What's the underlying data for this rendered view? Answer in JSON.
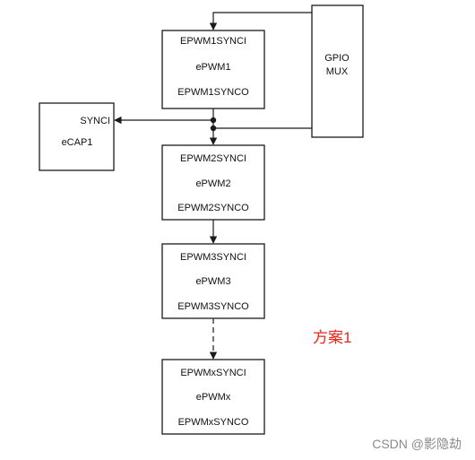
{
  "diagram": {
    "epwm_blocks": [
      {
        "sync_in": "EPWM1SYNCI",
        "name": "ePWM1",
        "sync_out": "EPWM1SYNCO"
      },
      {
        "sync_in": "EPWM2SYNCI",
        "name": "ePWM2",
        "sync_out": "EPWM2SYNCO"
      },
      {
        "sync_in": "EPWM3SYNCI",
        "name": "ePWM3",
        "sync_out": "EPWM3SYNCO"
      },
      {
        "sync_in": "EPWMxSYNCI",
        "name": "ePWMx",
        "sync_out": "EPWMxSYNCO"
      }
    ],
    "gpio_mux": {
      "line1": "GPIO",
      "line2": "MUX"
    },
    "ecap": {
      "sync_in": "SYNCI",
      "name": "eCAP1"
    },
    "scheme_label": "方案1",
    "watermark": "CSDN @影隐劫"
  },
  "colors": {
    "line": "#1a1a1a",
    "scheme_label": "#e8261c",
    "watermark": "#8a8a8a"
  }
}
